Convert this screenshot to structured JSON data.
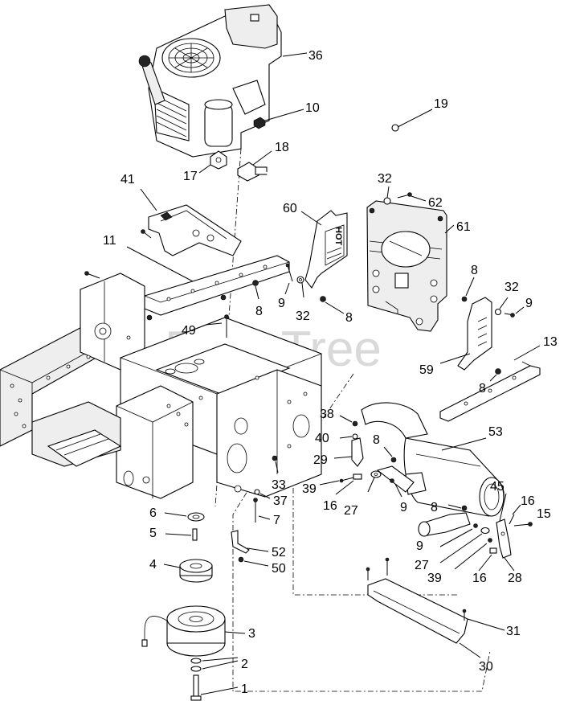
{
  "watermark": "PartsTree",
  "decal_text": "HOT",
  "callouts": {
    "c1": "1",
    "c2": "2",
    "c3": "3",
    "c4": "4",
    "c5": "5",
    "c6": "6",
    "c7": "7",
    "c8a": "8",
    "c8b": "8",
    "c8c": "8",
    "c8d": "8",
    "c8e": "8",
    "c8f": "8",
    "c9a": "9",
    "c9b": "9",
    "c9c": "9",
    "c9d": "9",
    "c10": "10",
    "c11": "11",
    "c13": "13",
    "c15": "15",
    "c16a": "16",
    "c16b": "16",
    "c16c": "16",
    "c17": "17",
    "c18": "18",
    "c19": "19",
    "c27a": "27",
    "c27b": "27",
    "c28": "28",
    "c29": "29",
    "c30": "30",
    "c31": "31",
    "c32a": "32",
    "c32b": "32",
    "c32c": "32",
    "c33": "33",
    "c36": "36",
    "c37": "37",
    "c38": "38",
    "c39a": "39",
    "c39b": "39",
    "c40": "40",
    "c41": "41",
    "c45": "45",
    "c49": "49",
    "c50": "50",
    "c52": "52",
    "c53": "53",
    "c59": "59",
    "c60": "60",
    "c61": "61",
    "c62": "62"
  }
}
